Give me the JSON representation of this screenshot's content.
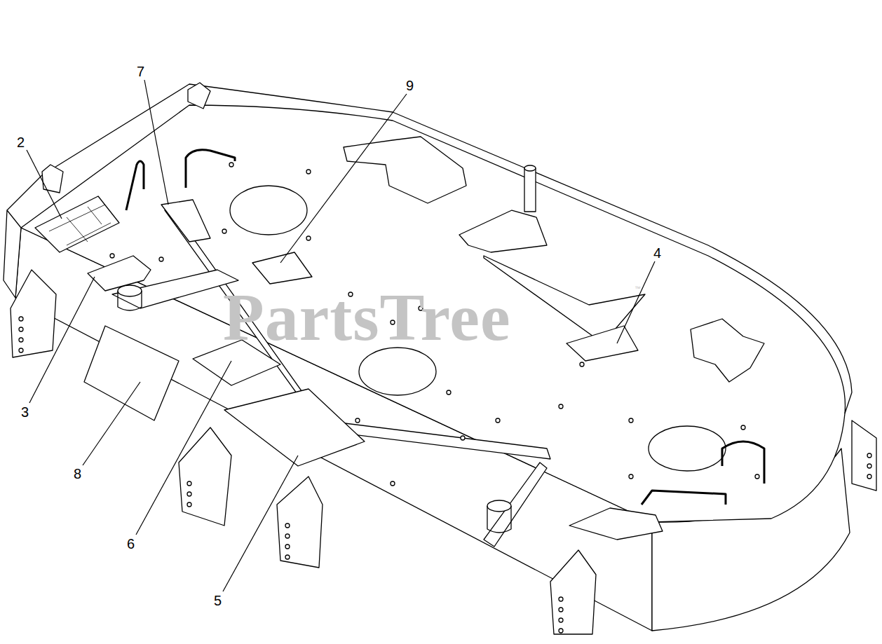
{
  "diagram": {
    "labels": [
      "2",
      "3",
      "4",
      "5",
      "6",
      "7",
      "8",
      "9",
      "PartsTree",
      "™"
    ]
  }
}
